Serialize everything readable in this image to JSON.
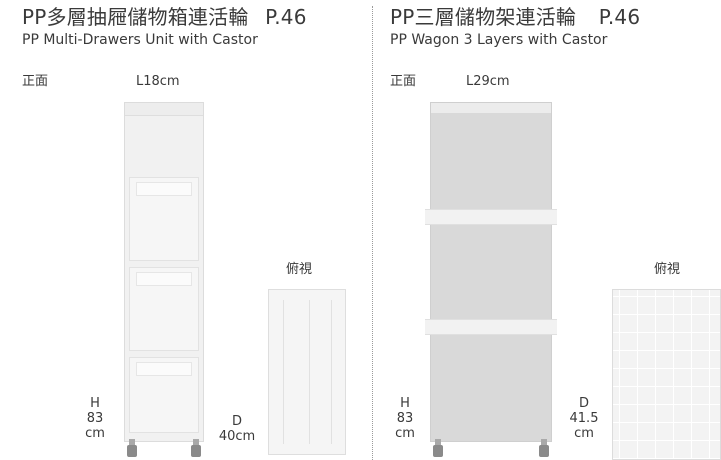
{
  "left": {
    "title": "PP多層抽屜儲物箱連活輪",
    "page_ref": "P.46",
    "subtitle": "PP Multi-Drawers Unit with Castor",
    "front_label": "正面",
    "length": "L18cm",
    "top_view_label": "俯視",
    "height": {
      "letter": "H",
      "value": "83",
      "unit": "cm"
    },
    "depth": {
      "letter": "D",
      "value": "40cm"
    }
  },
  "right": {
    "title": "PP三層儲物架連活輪",
    "page_ref": "P.46",
    "subtitle": "PP Wagon 3 Layers with Castor",
    "front_label": "正面",
    "length": "L29cm",
    "top_view_label": "俯視",
    "height": {
      "letter": "H",
      "value": "83",
      "unit": "cm"
    },
    "depth": {
      "letter": "D",
      "value": "41.5",
      "unit": "cm"
    }
  }
}
